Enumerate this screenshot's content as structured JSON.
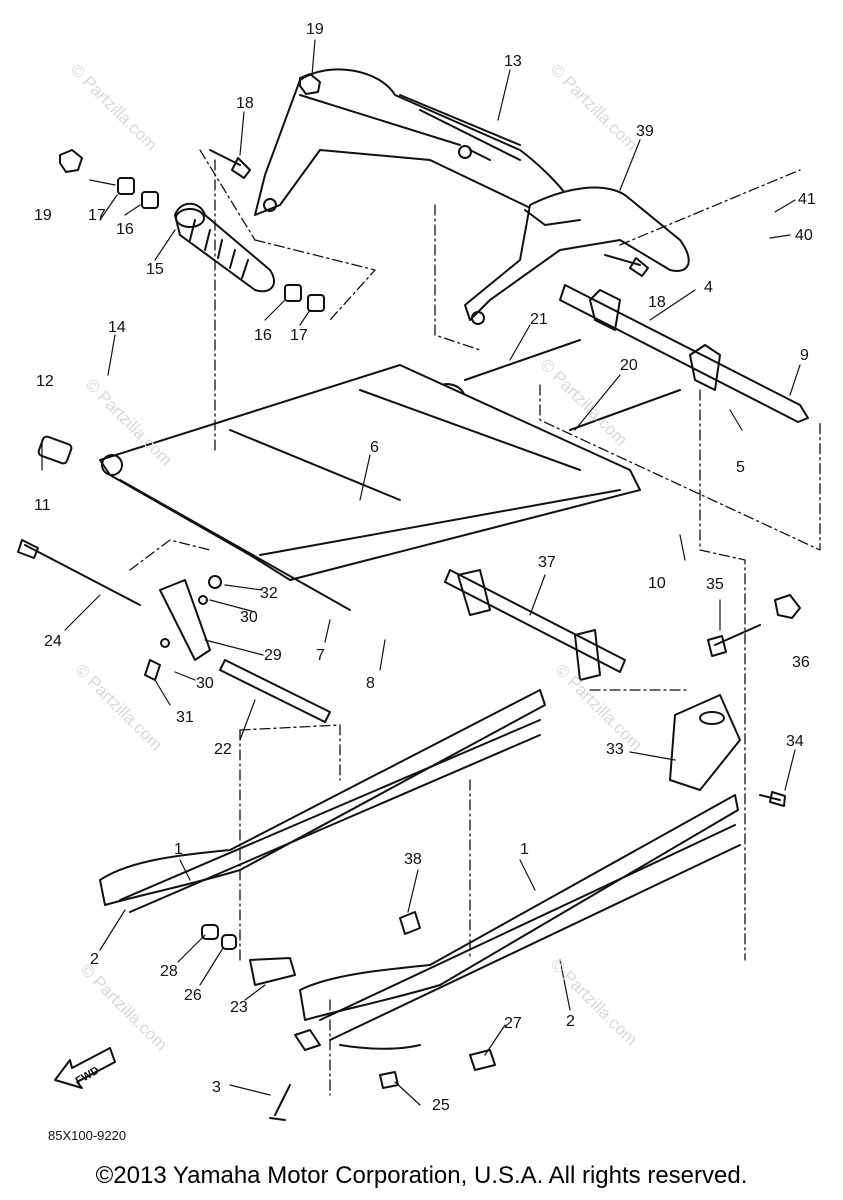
{
  "callouts": [
    "19",
    "18",
    "13",
    "39",
    "41",
    "40",
    "19",
    "17",
    "16",
    "15",
    "16",
    "17",
    "18",
    "4",
    "14",
    "21",
    "20",
    "9",
    "12",
    "11",
    "6",
    "5",
    "10",
    "37",
    "35",
    "36",
    "24",
    "32",
    "30",
    "29",
    "7",
    "8",
    "30",
    "31",
    "22",
    "33",
    "34",
    "38",
    "1",
    "1",
    "2",
    "28",
    "26",
    "23",
    "2",
    "27",
    "3",
    "25"
  ],
  "watermark": "© Partzilla.com",
  "drawing_number": "85X100-9220",
  "fwd_label": "FWD",
  "copyright": "©2013 Yamaha Motor Corporation, U.S.A. All rights reserved."
}
